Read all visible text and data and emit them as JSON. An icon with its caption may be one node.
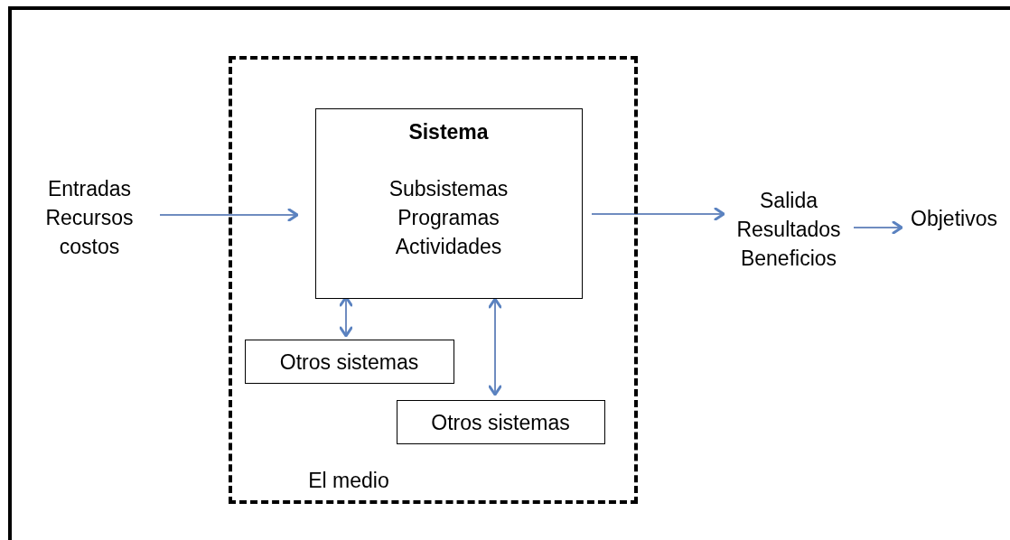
{
  "diagram": {
    "nodes": [
      {
        "text": [
          "El medio"
        ]
      },
      {
        "text": [
          "Sistema",
          "Subsistemas Programas Actividades"
        ],
        "in": 0
      },
      {
        "text": [
          "Otros sistemas"
        ],
        "in": 0
      },
      {
        "text": [
          "Otros sistemas"
        ],
        "in": 0
      },
      {
        "text": [
          "Entradas Recursos costos"
        ]
      },
      {
        "text": [
          "Salida Resultados Beneficios"
        ]
      },
      {
        "text": [
          "Objetivos"
        ]
      }
    ],
    "edges": [
      {
        "from": 4,
        "to": 1,
        "arrow": "to"
      },
      {
        "from": 1,
        "to": 5,
        "arrow": "to"
      },
      {
        "from": 5,
        "to": 6,
        "arrow": "to"
      },
      {
        "from": 1,
        "to": 2,
        "arrow": "both"
      },
      {
        "from": 1,
        "to": 3,
        "arrow": "both"
      }
    ]
  }
}
